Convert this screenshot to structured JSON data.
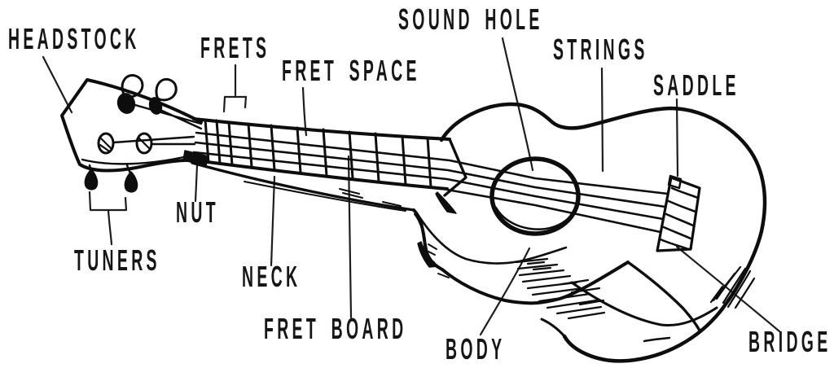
{
  "labels": {
    "headstock": "HEADSTOCK",
    "frets": "FRETS",
    "fret_space": "FRET SPACE",
    "sound_hole": "SOUND HOLE",
    "strings": "STRINGS",
    "saddle": "SADDLE",
    "nut": "NUT",
    "tuners": "TUNERS",
    "neck": "NECK",
    "fret_board": "FRET BOARD",
    "body": "BODY",
    "bridge": "BRIDGE"
  },
  "colors": {
    "ink": "#0d0d0d",
    "pointer_line": "#1d1d1d",
    "label_text": "#161616",
    "background": "#ffffff"
  }
}
